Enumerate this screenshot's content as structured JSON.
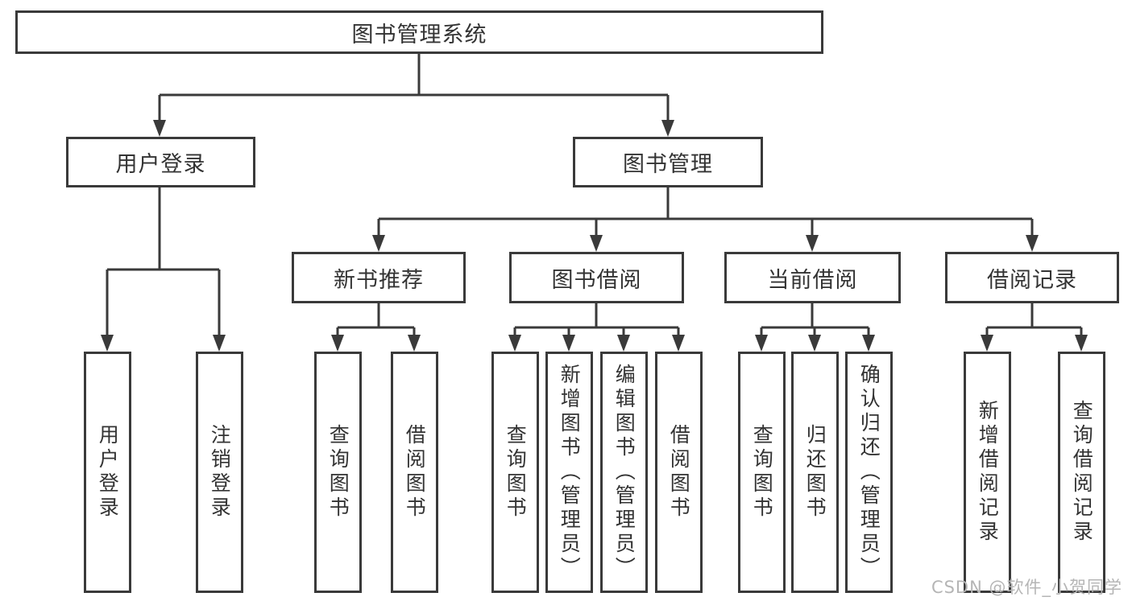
{
  "colors": {
    "line": "#3a3a3a",
    "text": "#333333",
    "background": "#ffffff",
    "watermark": "#b5b5b5"
  },
  "tree": {
    "root": {
      "label": "图书管理系统"
    },
    "branches": [
      {
        "label": "用户登录",
        "children": [
          {
            "label": "用户登录"
          },
          {
            "label": "注销登录"
          }
        ]
      },
      {
        "label": "图书管理",
        "children": [
          {
            "label": "新书推荐",
            "children": [
              {
                "label": "查询图书"
              },
              {
                "label": "借阅图书"
              }
            ]
          },
          {
            "label": "图书借阅",
            "children": [
              {
                "label": "查询图书"
              },
              {
                "label": "新增图书（管理员）"
              },
              {
                "label": "编辑图书（管理员）"
              },
              {
                "label": "借阅图书"
              }
            ]
          },
          {
            "label": "当前借阅",
            "children": [
              {
                "label": "查询图书"
              },
              {
                "label": "归还图书"
              },
              {
                "label": "确认归还（管理员）"
              }
            ]
          },
          {
            "label": "借阅记录",
            "children": [
              {
                "label": "新增借阅记录"
              },
              {
                "label": "查询借阅记录"
              }
            ]
          }
        ]
      }
    ]
  },
  "watermark": {
    "text": "CSDN @软件_小贺同学"
  }
}
